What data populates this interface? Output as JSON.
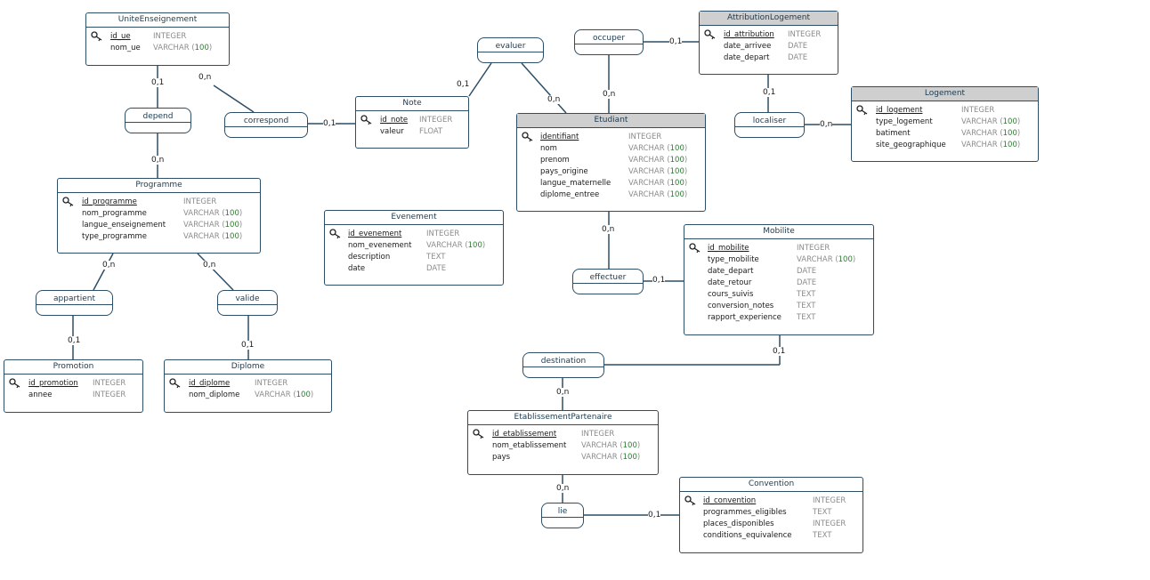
{
  "diagram": {
    "entities": [
      {
        "id": "ue",
        "title": "UniteEnseignement",
        "grey": false,
        "attributes": [
          {
            "name": "id_ue",
            "type": "INTEGER",
            "pk": true
          },
          {
            "name": "nom_ue",
            "type": "VARCHAR (100)",
            "pk": false
          }
        ]
      },
      {
        "id": "note",
        "title": "Note",
        "grey": false,
        "attributes": [
          {
            "name": "id_note",
            "type": "INTEGER",
            "pk": true
          },
          {
            "name": "valeur",
            "type": "FLOAT",
            "pk": false
          }
        ]
      },
      {
        "id": "attrlog",
        "title": "AttributionLogement",
        "grey": true,
        "attributes": [
          {
            "name": "id_attribution",
            "type": "INTEGER",
            "pk": true
          },
          {
            "name": "date_arrivee",
            "type": "DATE",
            "pk": false
          },
          {
            "name": "date_depart",
            "type": "DATE",
            "pk": false
          }
        ]
      },
      {
        "id": "logement",
        "title": "Logement",
        "grey": true,
        "attributes": [
          {
            "name": "id_logement",
            "type": "INTEGER",
            "pk": true
          },
          {
            "name": "type_logement",
            "type": "VARCHAR (100)",
            "pk": false
          },
          {
            "name": "batiment",
            "type": "VARCHAR (100)",
            "pk": false
          },
          {
            "name": "site_geographique",
            "type": "VARCHAR (100)",
            "pk": false
          }
        ]
      },
      {
        "id": "etudiant",
        "title": "Etudiant",
        "grey": true,
        "attributes": [
          {
            "name": "identifiant",
            "type": "INTEGER",
            "pk": true
          },
          {
            "name": "nom",
            "type": "VARCHAR (100)",
            "pk": false
          },
          {
            "name": "prenom",
            "type": "VARCHAR (100)",
            "pk": false
          },
          {
            "name": "pays_origine",
            "type": "VARCHAR (100)",
            "pk": false
          },
          {
            "name": "langue_maternelle",
            "type": "VARCHAR (100)",
            "pk": false
          },
          {
            "name": "diplome_entree",
            "type": "VARCHAR (100)",
            "pk": false
          }
        ]
      },
      {
        "id": "programme",
        "title": "Programme",
        "grey": false,
        "attributes": [
          {
            "name": "id_programme",
            "type": "INTEGER",
            "pk": true
          },
          {
            "name": "nom_programme",
            "type": "VARCHAR (100)",
            "pk": false
          },
          {
            "name": "langue_enseignement",
            "type": "VARCHAR (100)",
            "pk": false
          },
          {
            "name": "type_programme",
            "type": "VARCHAR (100)",
            "pk": false
          }
        ]
      },
      {
        "id": "evenement",
        "title": "Evenement",
        "grey": false,
        "attributes": [
          {
            "name": "id_evenement",
            "type": "INTEGER",
            "pk": true
          },
          {
            "name": "nom_evenement",
            "type": "VARCHAR (100)",
            "pk": false
          },
          {
            "name": "description",
            "type": "TEXT",
            "pk": false
          },
          {
            "name": "date",
            "type": "DATE",
            "pk": false
          }
        ]
      },
      {
        "id": "mobilite",
        "title": "Mobilite",
        "grey": false,
        "attributes": [
          {
            "name": "id_mobilite",
            "type": "INTEGER",
            "pk": true
          },
          {
            "name": "type_mobilite",
            "type": "VARCHAR (100)",
            "pk": false
          },
          {
            "name": "date_depart",
            "type": "DATE",
            "pk": false
          },
          {
            "name": "date_retour",
            "type": "DATE",
            "pk": false
          },
          {
            "name": "cours_suivis",
            "type": "TEXT",
            "pk": false
          },
          {
            "name": "conversion_notes",
            "type": "TEXT",
            "pk": false
          },
          {
            "name": "rapport_experience",
            "type": "TEXT",
            "pk": false
          }
        ]
      },
      {
        "id": "promotion",
        "title": "Promotion",
        "grey": false,
        "attributes": [
          {
            "name": "id_promotion",
            "type": "INTEGER",
            "pk": true
          },
          {
            "name": "annee",
            "type": "INTEGER",
            "pk": false
          }
        ]
      },
      {
        "id": "diplome",
        "title": "Diplome",
        "grey": false,
        "attributes": [
          {
            "name": "id_diplome",
            "type": "INTEGER",
            "pk": true
          },
          {
            "name": "nom_diplome",
            "type": "VARCHAR (100)",
            "pk": false
          }
        ]
      },
      {
        "id": "etab",
        "title": "EtablissementPartenaire",
        "grey": false,
        "attributes": [
          {
            "name": "id_etablissement",
            "type": "INTEGER",
            "pk": true
          },
          {
            "name": "nom_etablissement",
            "type": "VARCHAR (100)",
            "pk": false
          },
          {
            "name": "pays",
            "type": "VARCHAR (100)",
            "pk": false
          }
        ]
      },
      {
        "id": "convention",
        "title": "Convention",
        "grey": false,
        "attributes": [
          {
            "name": "id_convention",
            "type": "INTEGER",
            "pk": true
          },
          {
            "name": "programmes_eligibles",
            "type": "TEXT",
            "pk": false
          },
          {
            "name": "places_disponibles",
            "type": "INTEGER",
            "pk": false
          },
          {
            "name": "conditions_equivalence",
            "type": "TEXT",
            "pk": false
          }
        ]
      }
    ],
    "relations": [
      {
        "id": "evaluer",
        "label": "evaluer"
      },
      {
        "id": "occuper",
        "label": "occuper"
      },
      {
        "id": "depend",
        "label": "depend"
      },
      {
        "id": "correspond",
        "label": "correspond"
      },
      {
        "id": "localiser",
        "label": "localiser"
      },
      {
        "id": "appartient",
        "label": "appartient"
      },
      {
        "id": "valide",
        "label": "valide"
      },
      {
        "id": "effectuer",
        "label": "effectuer"
      },
      {
        "id": "destination",
        "label": "destination"
      },
      {
        "id": "lie",
        "label": "lie"
      }
    ],
    "cardinalities": {
      "ue_depend": "0,1",
      "ue_correspond": "0,n",
      "correspond_note": "0,1",
      "note_evaluer": "0,1",
      "evaluer_etudiant": "0,n",
      "occuper_etudiant": "0,n",
      "occuper_attrlog": "0,1",
      "attrlog_localiser": "0,1",
      "localiser_logement": "0,n",
      "depend_programme": "0,n",
      "programme_appartient": "0,n",
      "programme_valide": "0,n",
      "appartient_promotion": "0,1",
      "valide_diplome": "0,1",
      "etudiant_effectuer": "0,n",
      "effectuer_mobilite": "0,1",
      "mobilite_destination": "0,1",
      "destination_etab": "0,n",
      "etab_lie": "0,n",
      "lie_convention": "0,1"
    }
  },
  "colors": {
    "line": "#2c4e66",
    "header_grey": "#cfcfcf",
    "type_grey": "#8c8c8c",
    "number_green": "#2e7d32"
  }
}
